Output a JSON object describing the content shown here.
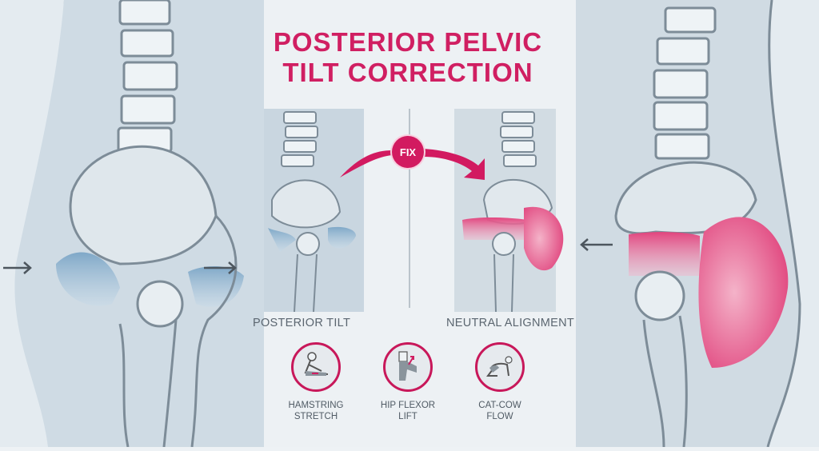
{
  "title": {
    "line1": "POSTERIOR PELVIC",
    "line2": "TILT CORRECTION"
  },
  "colors": {
    "accent": "#d01f62",
    "bone": "#e8eef2",
    "tissue": "#c9d6e0",
    "outline": "#7d8c98",
    "cool_fill": "#8fb3cf",
    "warm_fill": "#e2457e",
    "background": "#eef2f5"
  },
  "panels": {
    "left_label": "POSTERIOR TILT",
    "right_label": "NEUTRAL ALIGNMENT",
    "fix_badge": "FIX"
  },
  "exercises": [
    {
      "name": "HAMSTRING\nSTRETCH",
      "icon": "hamstring-stretch-icon"
    },
    {
      "name": "HIP FLEXOR\nLIFT",
      "icon": "hip-flexor-lift-icon"
    },
    {
      "name": "CAT-COW\nFLOW",
      "icon": "cat-cow-icon"
    }
  ]
}
